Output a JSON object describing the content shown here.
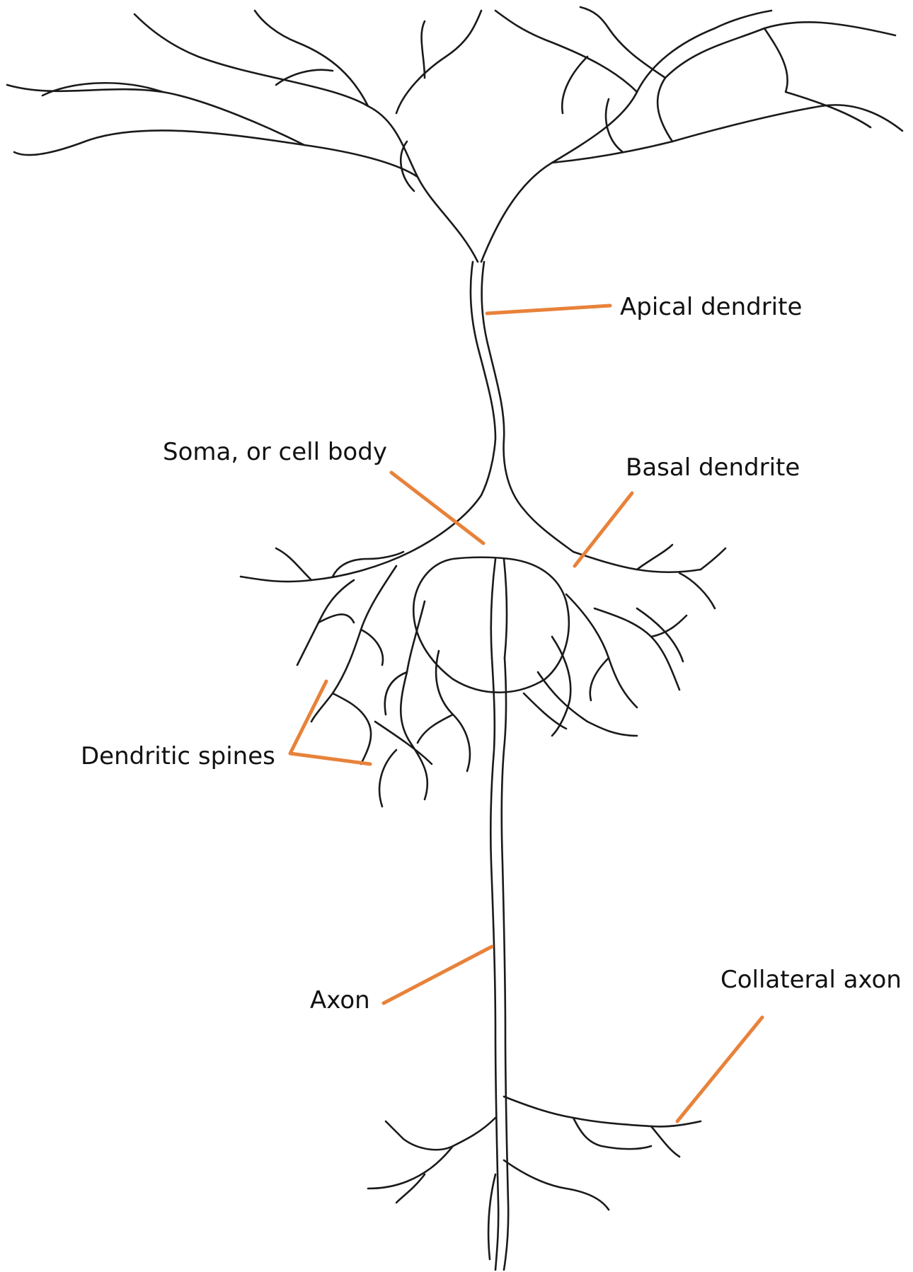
{
  "colors": {
    "background": "#ffffff",
    "neuron_outline": "#1a1a1a",
    "pointer": "#e8823a",
    "label_text": "#111111"
  },
  "labels": {
    "apical_dendrite": "Apical dendrite",
    "soma": "Soma, or cell body",
    "basal_dendrite": "Basal dendrite",
    "dendritic_spines": "Dendritic spines",
    "axon": "Axon",
    "collateral_axon": "Collateral axon"
  }
}
